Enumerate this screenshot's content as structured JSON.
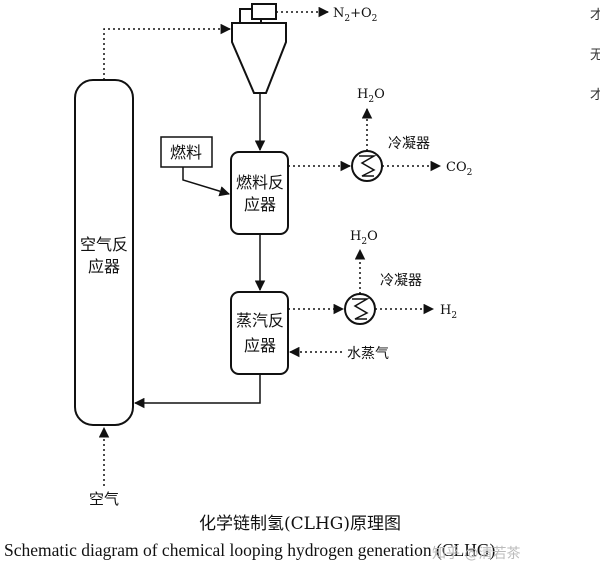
{
  "diagram": {
    "air_reactor": "空气反应器",
    "fuel_reactor": "燃料反应器",
    "steam_reactor": "蒸汽反应器",
    "fuel": "燃料",
    "air": "空气",
    "steam": "水蒸气",
    "condenser_1": "冷凝器",
    "condenser_2": "冷凝器",
    "cyclone_out": {
      "n": "N",
      "s1": "2",
      "plus": "+O",
      "s2": "2"
    },
    "h2o_top": {
      "a": "H",
      "s": "2",
      "b": "O"
    },
    "h2o_bottom": {
      "a": "H",
      "s": "2",
      "b": "O"
    },
    "co2": {
      "a": "CO",
      "s": "2"
    },
    "h2": {
      "a": "H",
      "s": "2"
    }
  },
  "caption": {
    "chinese": "化学链制氢(CLHG)原理图",
    "english": "Schematic diagram of chemical looping hydrogen generation (CLHG)"
  },
  "edge_text": [
    "才",
    "无",
    "才"
  ],
  "watermark": "知乎 @清若茶"
}
